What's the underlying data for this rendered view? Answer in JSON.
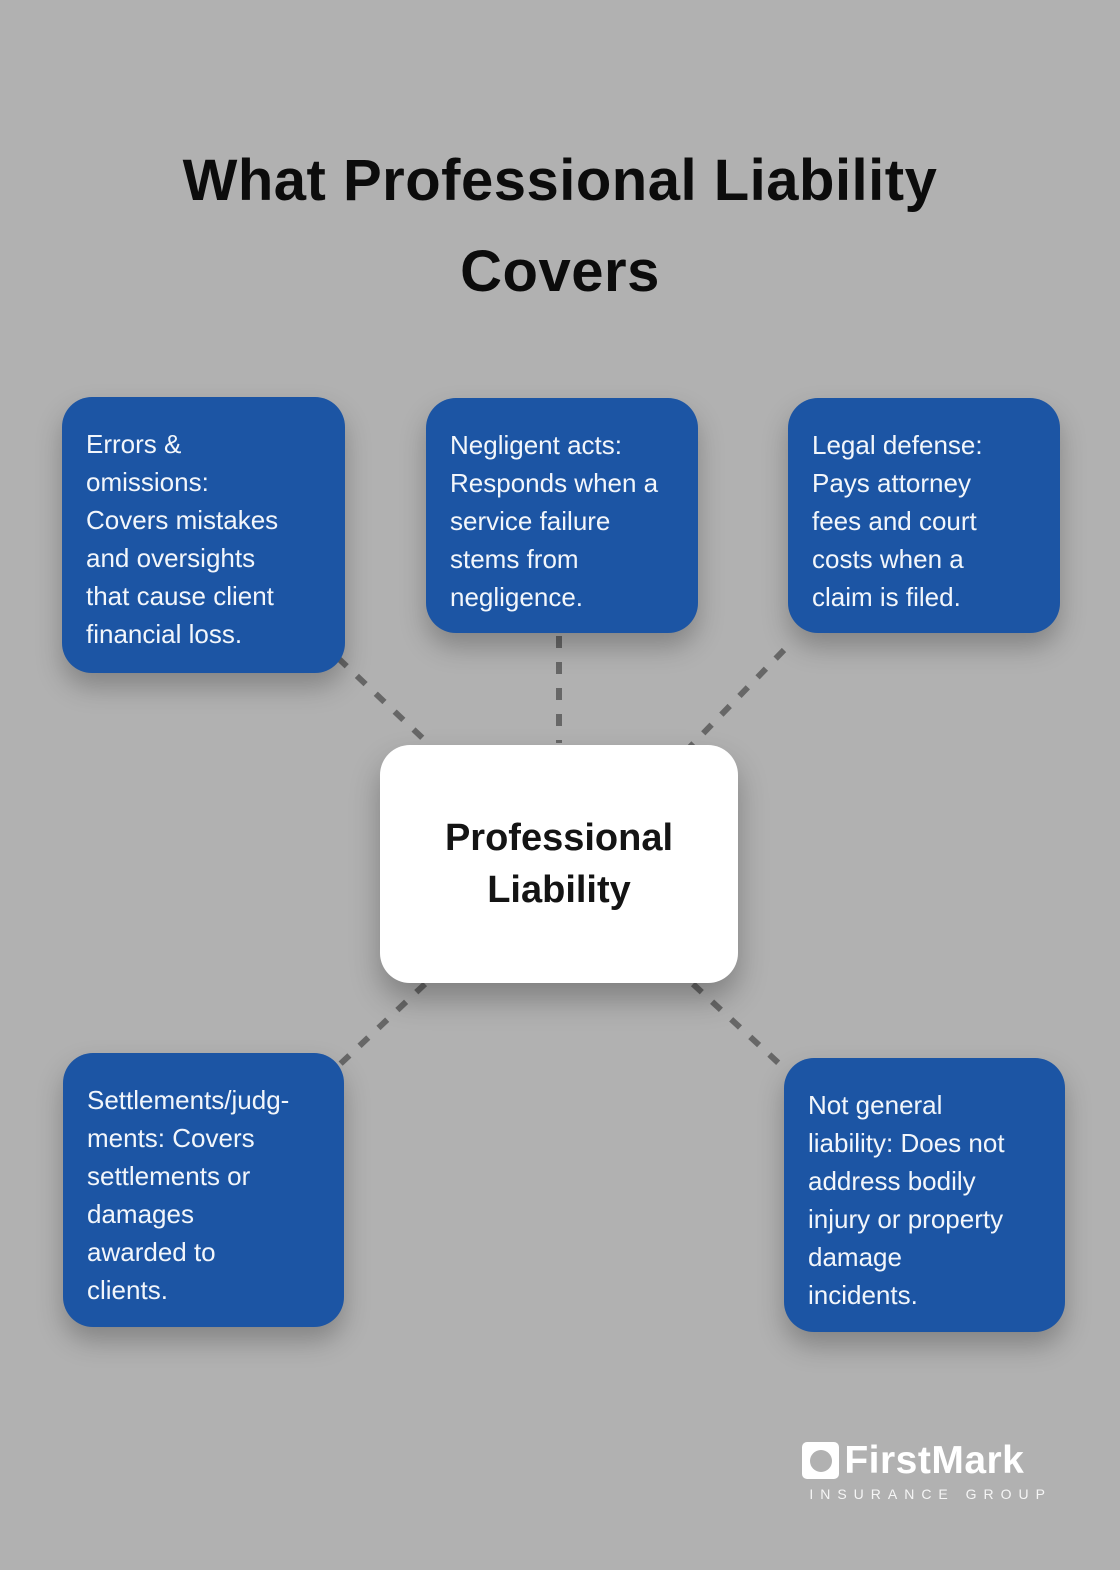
{
  "title": "What Professional Liability\nCovers",
  "center_node": {
    "label": "Professional\nLiability"
  },
  "nodes": {
    "errors_omissions": {
      "text": "Errors &\nomissions:\nCovers mistakes\nand oversights\nthat cause client\nfinancial loss."
    },
    "negligent_acts": {
      "text": "Negligent acts:\nResponds when a\nservice failure\nstems from\nnegligence."
    },
    "legal_defense": {
      "text": "Legal defense:\nPays attorney\nfees and court\ncosts when a\nclaim is filed."
    },
    "settlements_judgments": {
      "text": "Settlements/judg-\nments: Covers\nsettlements or\ndamages\nawarded to\nclients."
    },
    "not_general_liability": {
      "text": "Not general\nliability: Does not\naddress bodily\ninjury or property\ndamage\nincidents."
    }
  },
  "footer": {
    "brand": "FirstMark",
    "tagline": "INSURANCE GROUP"
  },
  "colors": {
    "background": "#b1b1b1",
    "node_blue": "#1c55a4",
    "node_text": "#f2f6fb",
    "center_bg": "#ffffff",
    "center_text": "#141414",
    "connector_gray": "#676767",
    "title_text": "#0c0c0c",
    "logo_white": "#ffffff"
  }
}
